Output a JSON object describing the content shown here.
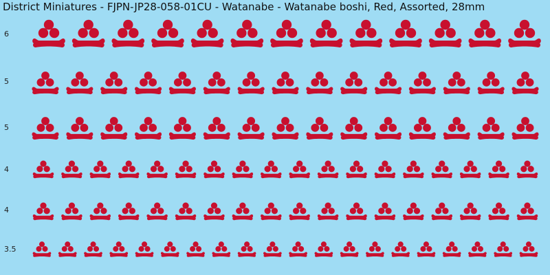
{
  "sheet": {
    "title": "District Miniatures - FJPN-JP28-058-01CU - Watanabe - Watanabe boshi, Red, Assorted, 28mm",
    "background_color": "#9fdcf4",
    "decal_color": "#c8102e",
    "icon": "watanabe-boshi-mon-icon"
  },
  "rows": [
    {
      "label": "6",
      "count": 13
    },
    {
      "label": "5",
      "count": 15
    },
    {
      "label": "5",
      "count": 15
    },
    {
      "label": "4",
      "count": 18
    },
    {
      "label": "4",
      "count": 18
    },
    {
      "label": "3.5",
      "count": 20
    }
  ]
}
